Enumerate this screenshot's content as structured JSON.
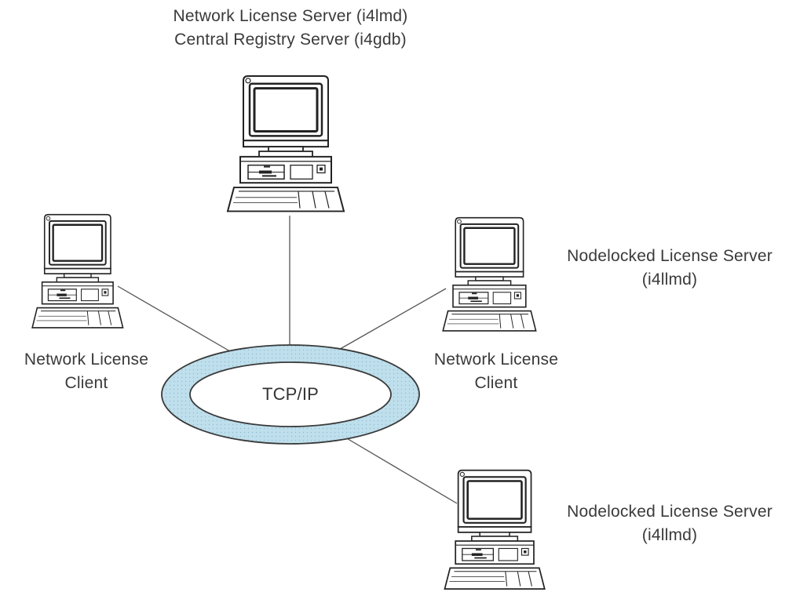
{
  "labels": {
    "top_server": {
      "line1": "Network License Server (i4lmd)",
      "line2": "Central Registry Server (i4gdb)"
    },
    "left_client": {
      "line1": "Network License",
      "line2": "Client"
    },
    "right_client": {
      "line1": "Network License",
      "line2": "Client"
    },
    "right_server_upper": {
      "line1": "Nodelocked License Server",
      "line2": "(i4llmd)"
    },
    "right_server_lower": {
      "line1": "Nodelocked License Server",
      "line2": "(i4llmd)"
    },
    "network": "TCP/IP"
  },
  "colors": {
    "ring": "#b9dbe8",
    "ring_outline": "#3a3a3a",
    "line": "#555555",
    "text": "#3a3a3a"
  },
  "icons": {
    "computer": "desktop-computer-icon",
    "network": "network-ring-icon"
  }
}
